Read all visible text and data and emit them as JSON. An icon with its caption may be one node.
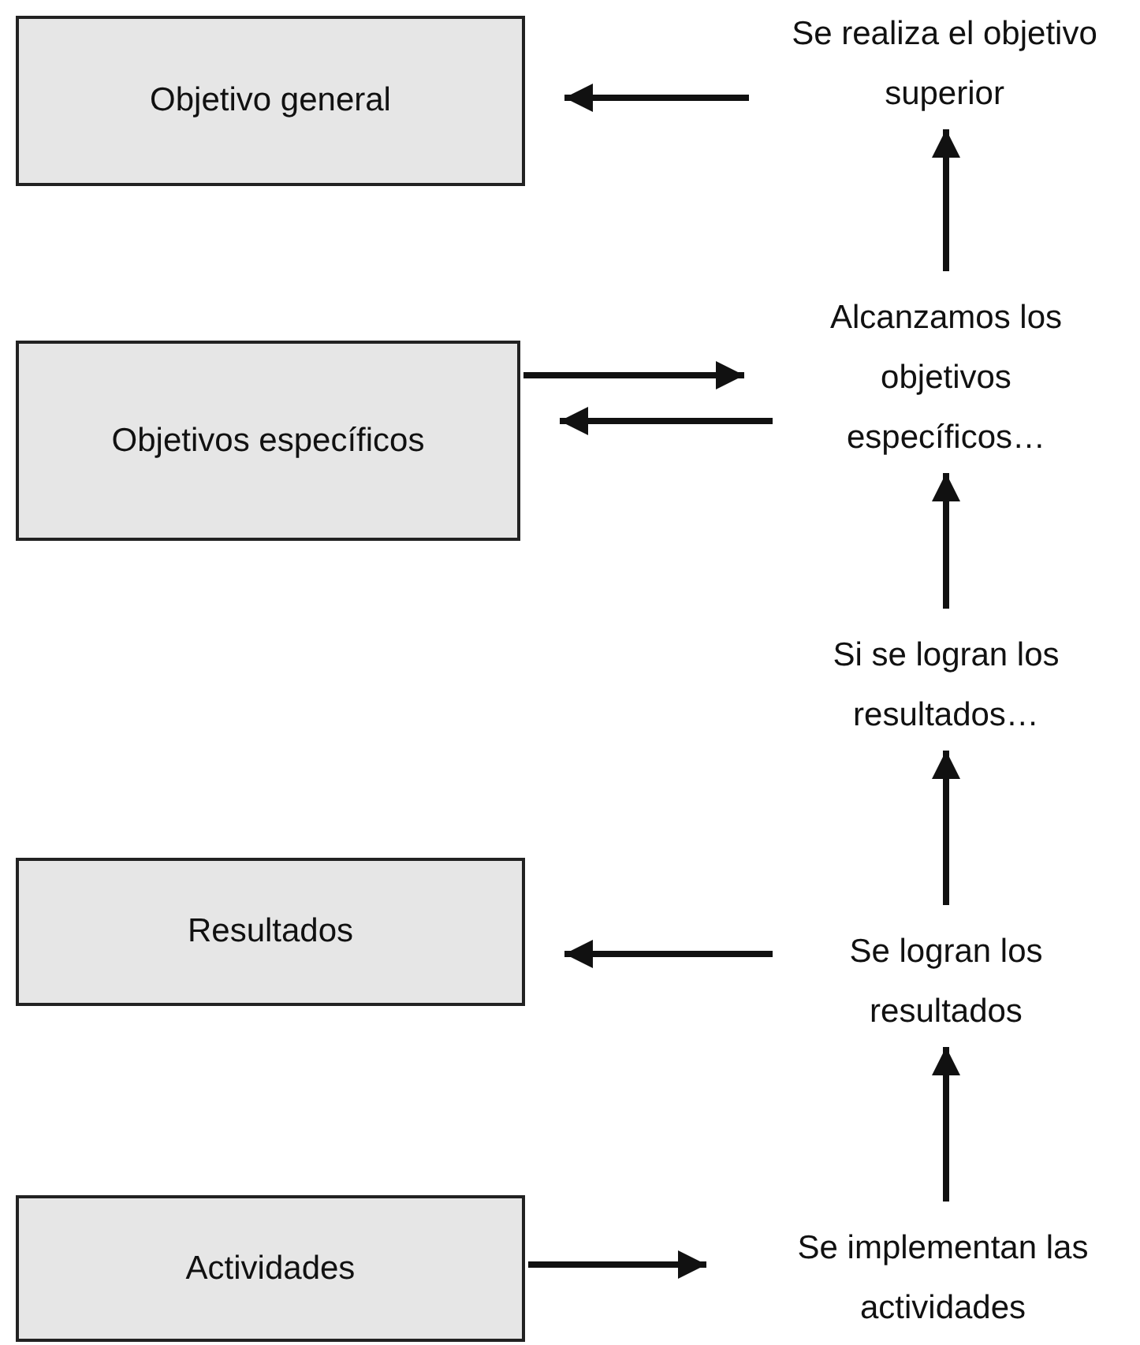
{
  "diagram": {
    "nodes": [
      {
        "text": [
          "Objetivo general"
        ]
      },
      {
        "text": [
          "Se realiza el objetivo superior"
        ]
      },
      {
        "text": [
          "Objetivos específicos"
        ]
      },
      {
        "text": [
          "Alcanzamos los objetivos específicos…"
        ]
      },
      {
        "text": [
          "Si se logran los resultados…"
        ]
      },
      {
        "text": [
          "Resultados"
        ]
      },
      {
        "text": [
          "Se logran los resultados"
        ]
      },
      {
        "text": [
          "Actividades"
        ]
      },
      {
        "text": [
          "Se implementan las actividades"
        ]
      }
    ],
    "edges": [
      {
        "from": 1,
        "to": 0,
        "arrow": "to"
      },
      {
        "from": 2,
        "to": 3,
        "arrow": "to"
      },
      {
        "from": 3,
        "to": 2,
        "arrow": "to"
      },
      {
        "from": 3,
        "to": 1,
        "arrow": "to"
      },
      {
        "from": 4,
        "to": 3,
        "arrow": "to"
      },
      {
        "from": 6,
        "to": 4,
        "arrow": "to"
      },
      {
        "from": 6,
        "to": 5,
        "arrow": "to"
      },
      {
        "from": 8,
        "to": 6,
        "arrow": "to"
      },
      {
        "from": 7,
        "to": 8,
        "arrow": "to"
      }
    ]
  }
}
